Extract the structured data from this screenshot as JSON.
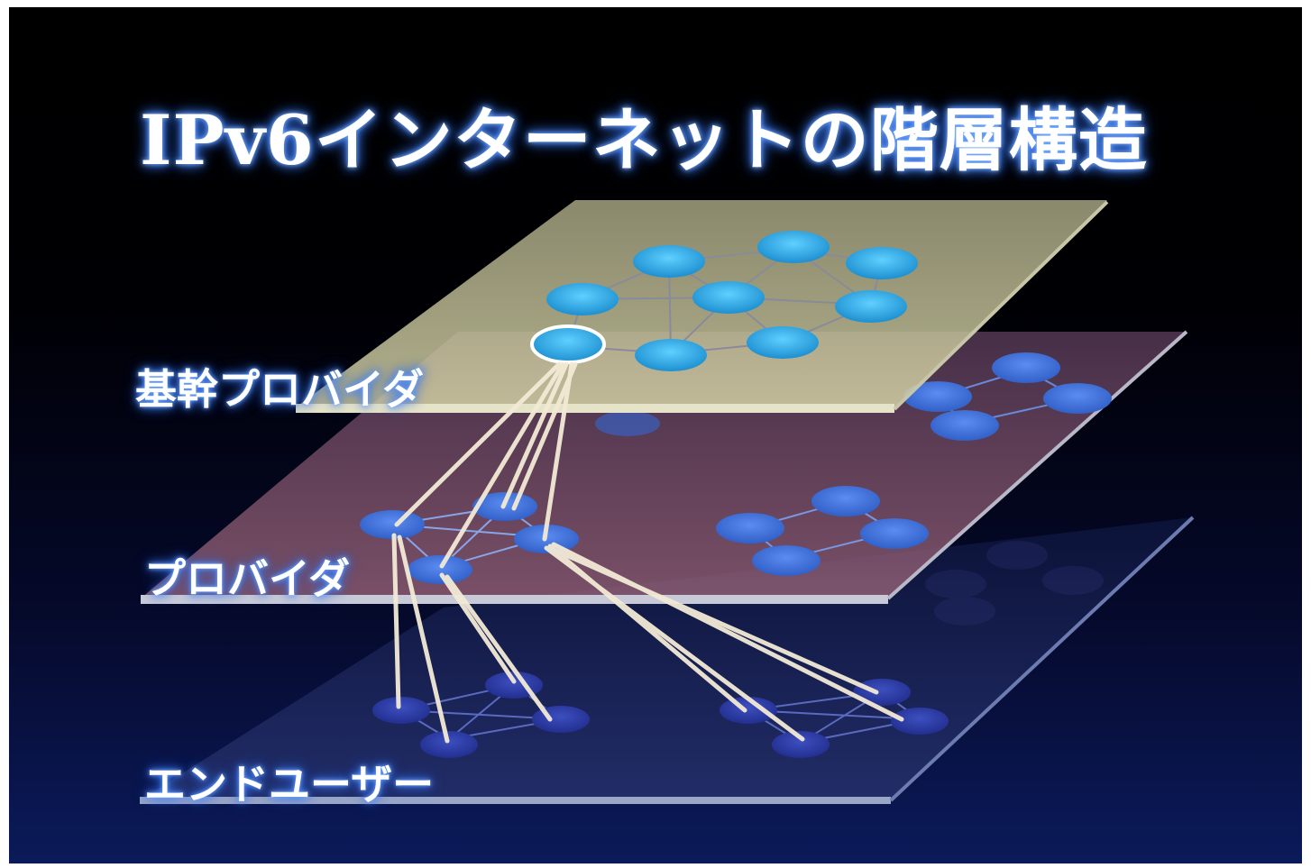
{
  "title": "IPv6インターネットの階層構造",
  "layers": [
    {
      "label": "基幹プロバイダ"
    },
    {
      "label": "プロバイダ"
    },
    {
      "label": "エンドユーザー"
    }
  ],
  "colors": {
    "backbone_plane": "#c9c79a",
    "provider_plane": "#8a5a6e",
    "enduser_plane": "#1e2a5c",
    "backbone_node": "#2fb0e8",
    "provider_node": "#3d6fd8",
    "enduser_node": "#2a3aa0",
    "link_line": "#f3ead6"
  }
}
